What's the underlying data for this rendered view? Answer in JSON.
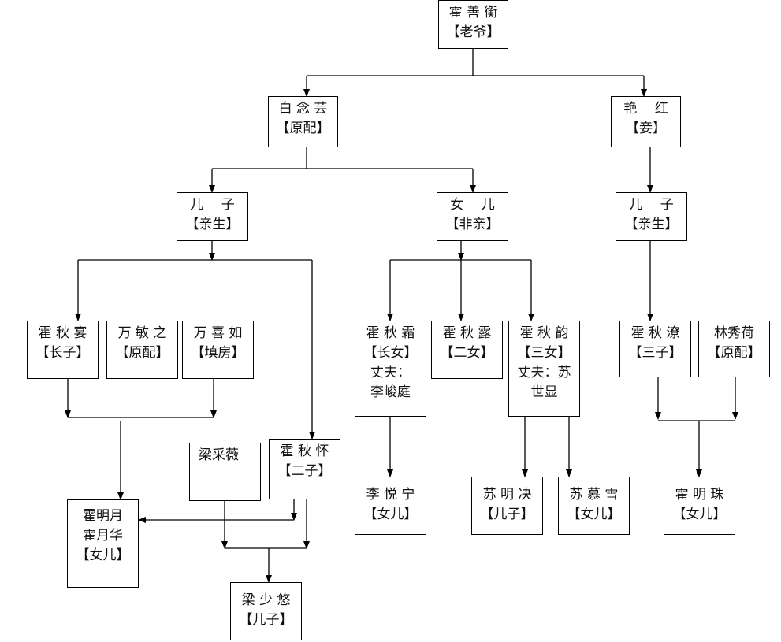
{
  "diagram": {
    "nodes": {
      "huo_shanheng": {
        "lines": [
          "霍 善 衡",
          "【老爷】"
        ]
      },
      "bai_nianyun": {
        "lines": [
          "白 念 芸",
          "【原配】"
        ]
      },
      "yan_hong": {
        "lines": [
          "艳　 红",
          "【妾】"
        ]
      },
      "son_bai": {
        "lines": [
          "儿　 子",
          "【亲生】"
        ]
      },
      "daughter_bai": {
        "lines": [
          "女　 儿",
          "【非亲】"
        ]
      },
      "son_yan": {
        "lines": [
          "儿　 子",
          "【亲生】"
        ]
      },
      "huo_qiuyan": {
        "lines": [
          "霍 秋 宴",
          "【长子】"
        ]
      },
      "wan_minzhi": {
        "lines": [
          "万 敏 之",
          "【原配】"
        ]
      },
      "wan_xiru": {
        "lines": [
          "万 喜 如",
          "【填房】"
        ]
      },
      "huo_qiushuang": {
        "lines": [
          "霍 秋 霜",
          "【长女】",
          "丈夫：",
          "李峻庭"
        ]
      },
      "huo_qiulu": {
        "lines": [
          "霍 秋 露",
          "【二女】"
        ]
      },
      "huo_qiuyun": {
        "lines": [
          "霍 秋 韵",
          "【三女】",
          "丈夫：苏",
          "世显"
        ]
      },
      "huo_qiuliao": {
        "lines": [
          "霍 秋 潦",
          "【三子】"
        ]
      },
      "lin_xiuhe": {
        "lines": [
          "林秀荷",
          "【原配】"
        ]
      },
      "liang_caiwei": {
        "lines": [
          "梁采薇"
        ]
      },
      "huo_qiuhuai": {
        "lines": [
          "霍 秋 怀",
          "【二子】"
        ]
      },
      "huo_mingyue": {
        "lines": [
          "霍明月",
          "霍月华",
          "【女儿】"
        ]
      },
      "li_yuening": {
        "lines": [
          "李 悦 宁",
          "【女儿】"
        ]
      },
      "su_mingjue": {
        "lines": [
          "苏 明 决",
          "【儿子】"
        ]
      },
      "su_muxue": {
        "lines": [
          "苏 慕 雪",
          "【女儿】"
        ]
      },
      "huo_mingzhu": {
        "lines": [
          "霍 明 珠",
          "【女儿】"
        ]
      },
      "liang_shaoyou": {
        "lines": [
          "梁 少 悠",
          "【儿子】"
        ]
      }
    }
  }
}
